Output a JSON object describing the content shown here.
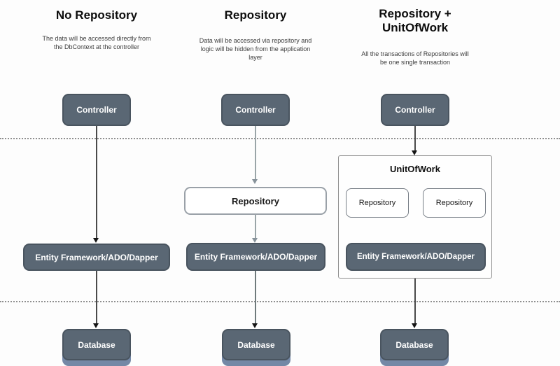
{
  "diagram": {
    "title_area": {
      "description": "Comparison diagram of three data-access architectures"
    },
    "columns": [
      {
        "title": "No Repository",
        "subtitle": "The data will be accessed directly from the DbContext at the controller",
        "controller_label": "Controller",
        "ef_label": "Entity Framework/ADO/Dapper",
        "database_label": "Database"
      },
      {
        "title": "Repository",
        "subtitle": "Data will be accessed via repository and logic will be hidden from the application layer",
        "controller_label": "Controller",
        "repository_label": "Repository",
        "ef_label": "Entity Framework/ADO/Dapper",
        "database_label": "Database"
      },
      {
        "title": "Repository + UnitOfWork",
        "subtitle": "All the transactions of Repositories will be one single transaction",
        "controller_label": "Controller",
        "unitofwork_label": "UnitOfWork",
        "repository1_label": "Repository",
        "repository2_label": "Repository",
        "ef_label": "Entity Framework/ADO/Dapper",
        "database_label": "Database"
      }
    ],
    "colors": {
      "node_fill": "#5a6774",
      "node_border": "#49545f",
      "node_text": "#ffffff",
      "db_base_accent": "#7488a6",
      "divider_dots": "#8f8f8f"
    }
  }
}
